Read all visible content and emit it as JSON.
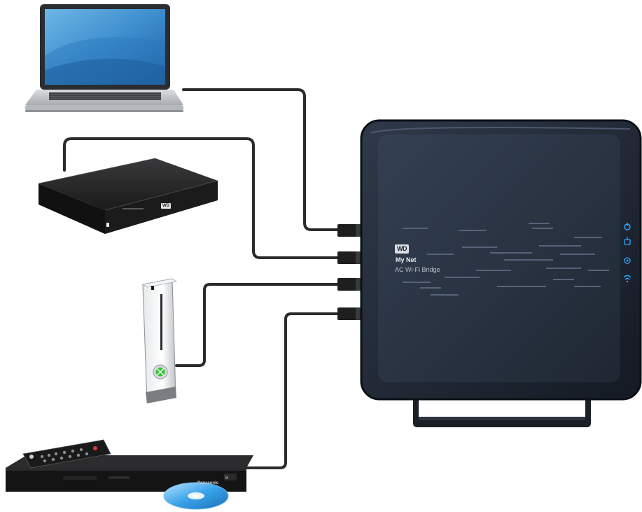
{
  "device": {
    "logo": "WD",
    "name_line1": "My Net",
    "name_line2": "AC Wi-Fi Bridge",
    "status_icons": [
      "power-icon",
      "network-icon",
      "wps-icon",
      "wifi-icon"
    ],
    "status_led_color": "#2ea8ff"
  },
  "set_top_box": {
    "logo": "WD"
  },
  "bluray_player": {
    "brand": "Panasonic"
  },
  "colors": {
    "cable": "#2b2b2b",
    "bridge_body": "#1c2330",
    "bridge_face": "#283142",
    "console_button": "#3cc13a"
  },
  "devices_shown": [
    "laptop",
    "media-player",
    "game-console",
    "bluray-player",
    "remote-control",
    "disc"
  ]
}
